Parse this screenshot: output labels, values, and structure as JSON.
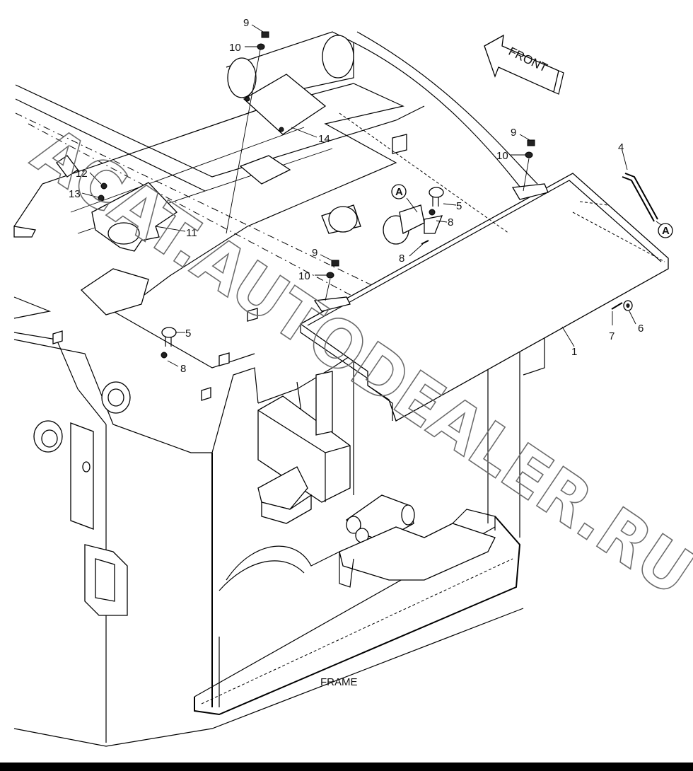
{
  "diagram": {
    "frame_label": "FRAME",
    "front_label": "FRONT",
    "watermark": "ACAT.AUTODEALER.RU",
    "callouts": {
      "c9_top": "9",
      "c10_top": "10",
      "c14": "14",
      "c12": "12",
      "c13": "13",
      "c11": "11",
      "c9_right": "9",
      "c10_right": "10",
      "c4": "4",
      "cA_right": "A",
      "cA_mid": "A",
      "c5_mid": "5",
      "c8_mid_a": "8",
      "c8_mid_b": "8",
      "c9_mid": "9",
      "c10_mid": "10",
      "c5_left": "5",
      "c8_left": "8",
      "c7": "7",
      "c6": "6",
      "c1": "1"
    }
  }
}
